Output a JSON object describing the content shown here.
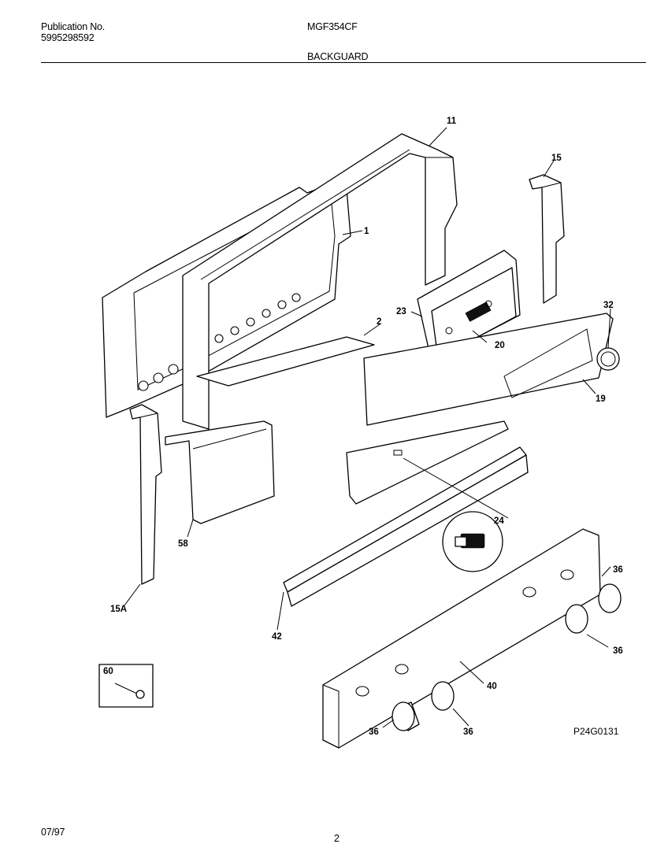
{
  "header": {
    "publication_label": "Publication No.",
    "publication_number": "5995298592",
    "model": "MGF354CF",
    "section": "BACKGUARD"
  },
  "footer": {
    "date": "07/97",
    "page": "2"
  },
  "drawing_id": "P24G0131",
  "callouts": {
    "c11": "11",
    "c1": "1",
    "c15": "15",
    "c2": "2",
    "c23": "23",
    "c32": "32",
    "c20": "20",
    "c19": "19",
    "c24": "24",
    "c58": "58",
    "c15A": "15A",
    "c42": "42",
    "c36a": "36",
    "c36b": "36",
    "c36c": "36",
    "c36d": "36",
    "c40": "40",
    "c60": "60"
  }
}
